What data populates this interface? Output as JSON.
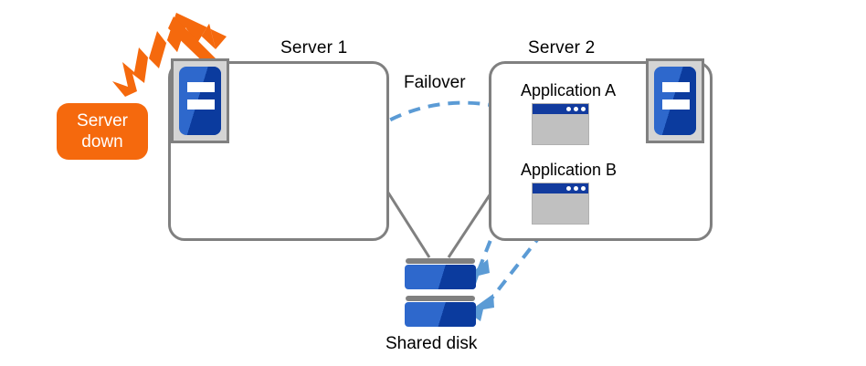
{
  "diagram": {
    "title_server1": "Server 1",
    "title_server2": "Server 2",
    "failover_label": "Failover",
    "shared_disk_label": "Shared disk",
    "alert": {
      "line1": "Server",
      "line2": "down"
    },
    "applications": [
      {
        "label": "Application A"
      },
      {
        "label": "Application B"
      }
    ],
    "icons": {
      "server_machine": "server-icon",
      "application_window": "app-window-icon",
      "disk_stack": "shared-disk-icon",
      "lightning": "lightning-burst-icon",
      "failover_arrow": "failover-arrow-icon",
      "app_to_disk_arrow": "app-to-disk-arrow-icon",
      "disk_link": "disk-connector-line"
    },
    "colors": {
      "accent_orange": "#F5690D",
      "server_blue_light": "#2E68CC",
      "server_blue_dark": "#0B3B9E",
      "app_titlebar_blue": "#123B9E",
      "arrow_blue": "#5B9BD5",
      "outline_gray": "#808080",
      "panel_gray": "#C0C0C0",
      "icon_frame_gray": "#D4D4D4",
      "background": "#FFFFFF"
    }
  }
}
